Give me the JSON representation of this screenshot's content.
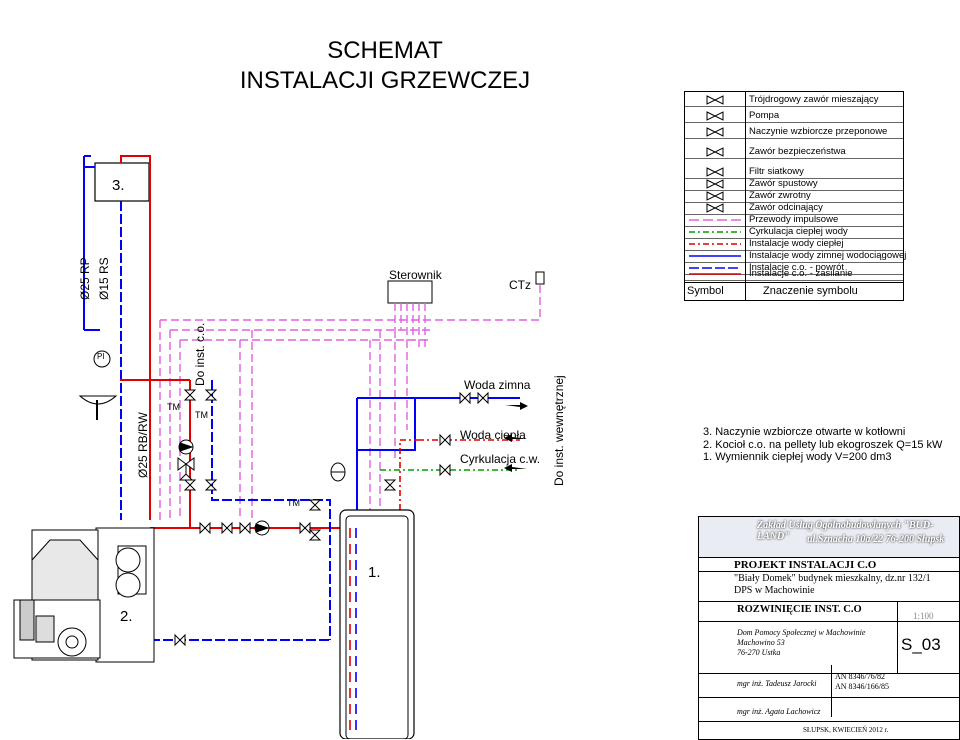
{
  "title": {
    "line1": "SCHEMAT",
    "line2": "INSTALACJI  GRZEWCZEJ"
  },
  "labels": {
    "tank3": "3.",
    "sterownik": "Sterownik",
    "ctz": "CTz",
    "pipe_rp": "Ø25 RP",
    "pipe_rs": "Ø15  RS",
    "pipe_rbrw": "Ø25 RB/RW",
    "do_inst_co": "Do inst. c.o.",
    "do_inst_wewn": "Do inst. wewnętrznej",
    "woda_zimna": "Woda zimna",
    "woda_ciepla": "Woda ciepła",
    "cyrkulacja": "Cyrkulacja c.w.",
    "tm1": "TM",
    "tm2": "TM",
    "tm3": "TM",
    "pi": "PI",
    "boiler": "2.",
    "tank1": "1."
  },
  "notes": [
    "3. Naczynie wzbiorcze otwarte w kotłowni",
    "2. Kocioł c.o. na pellety lub ekogroszek Q=15 kW",
    "1. Wymiennik ciepłej wody V=200 dm3"
  ],
  "legend": {
    "items": [
      {
        "text": "Trójdrogowy zawór mieszający",
        "symbol": "three-way-valve-icon"
      },
      {
        "text": "Pompa",
        "symbol": "pump-icon"
      },
      {
        "text": "Naczynie wzbiorcze przeponowe",
        "symbol": "expansion-vessel-icon"
      },
      {
        "text": "Zawór bezpieczeństwa",
        "symbol": "safety-valve-icon"
      },
      {
        "text": "Filtr siatkowy",
        "symbol": "filter-icon"
      },
      {
        "text": "Zawór spustowy",
        "symbol": "drain-valve-icon"
      },
      {
        "text": "Zawór zwrotny",
        "symbol": "check-valve-icon"
      },
      {
        "text": "Zawór odcinający",
        "symbol": "shutoff-valve-icon"
      },
      {
        "text": "Przewody impulsowe",
        "color": "#e060e0",
        "dash": "10,4"
      },
      {
        "text": "Cyrkulacja ciepłej wody",
        "color": "#00a000",
        "dash": "6,3,2,3"
      },
      {
        "text": "Instalacje wody ciepłej",
        "color": "#e00000",
        "dash": "6,3,2,3"
      },
      {
        "text": "Instalacje wody zimnej wodociągowej",
        "color": "#0000ff",
        "dash": "0"
      },
      {
        "text": "Instalacje c.o. - powrót",
        "color": "#0000ff",
        "dash": "10,3"
      },
      {
        "text": "Instalacje c.o. - zasilanie",
        "color": "#e00000",
        "dash": "0"
      }
    ],
    "symbol_header": "Symbol",
    "meaning_header": "Znaczenie symbolu"
  },
  "title_block": {
    "company_line1": "Zakład Usług Ogólnobudowlanych \"BUD-LAND\"",
    "company_line2": "ul.Sznacha 10a/22  76-200 Słupsk",
    "project": "PROJEKT INSTALACJI C.O",
    "object_line1": "\"Biały Domek\" budynek mieszkalny, dz.nr 132/1",
    "object_line2": "DPS w Machowinie",
    "drawing": "ROZWINIĘCIE INST. C.O",
    "scale": "1:100",
    "investor_line1": "Dom Pomocy Społecznej w Machowinie",
    "investor_line2": "Machowino 53",
    "investor_line3": "76-270 Ustka",
    "sheet": "S_03",
    "designer": "mgr inż. Tadeusz Jarocki",
    "license1": "AN 8346/76/82",
    "license2": "AN 8346/166/85",
    "drafter": "mgr inż. Agata Lachowicz",
    "place_date": "SŁUPSK,   KWIECIEŃ 2012 r."
  },
  "colors": {
    "supply": "#e00000",
    "return": "#0000ff",
    "impulse": "#e060e0",
    "circulation": "#00a000"
  }
}
